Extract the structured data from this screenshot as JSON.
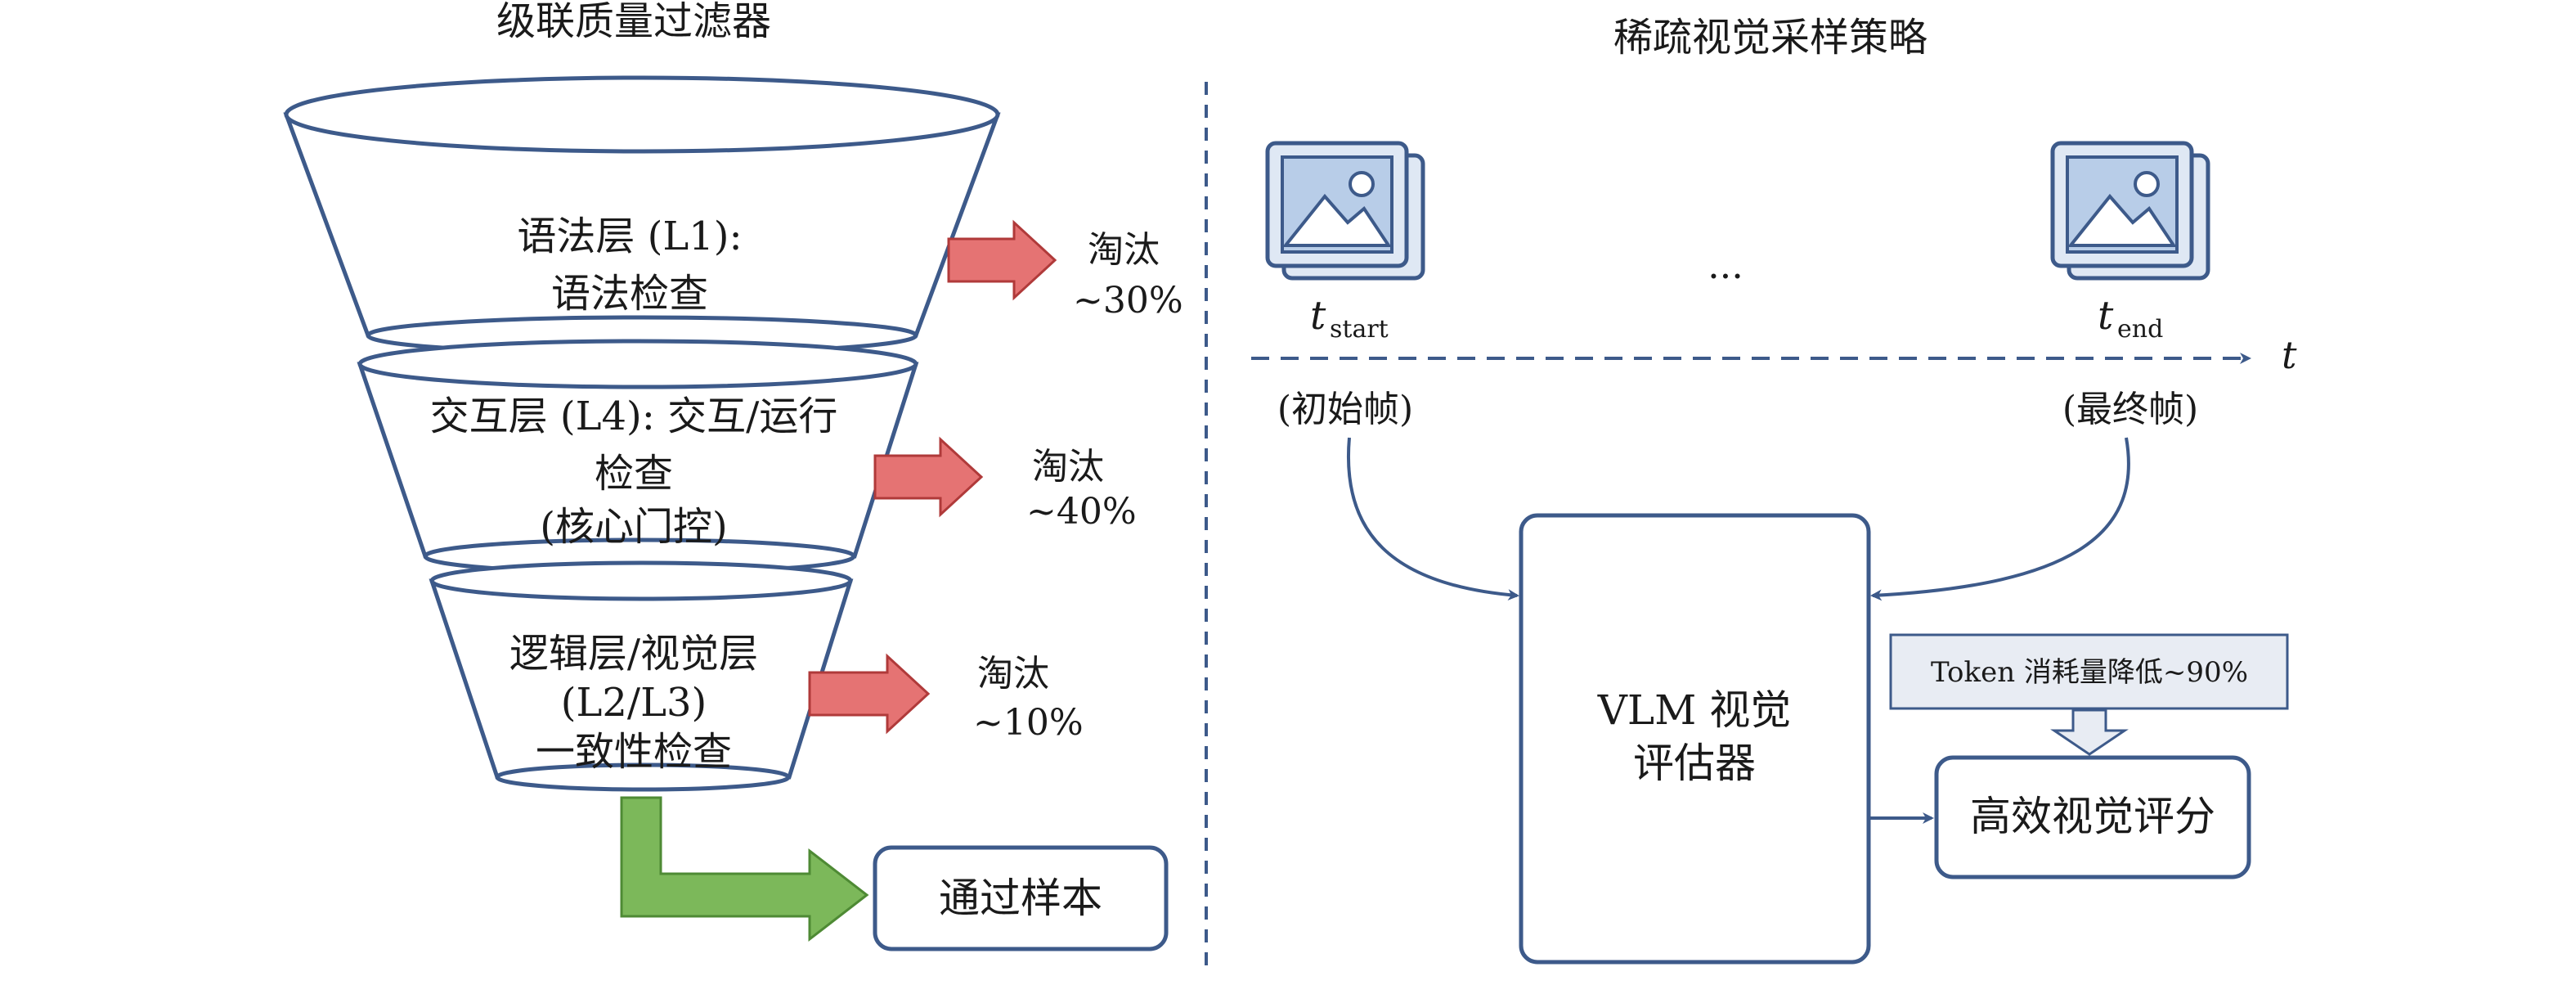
{
  "left_title": "级联质量过滤器",
  "right_title": "稀疏视觉采样策略",
  "layers": [
    {
      "line1": "语法层 (L1):",
      "line2": "语法检查",
      "line3": "",
      "drop_label": "淘汰",
      "drop_value": "~30%"
    },
    {
      "line1": "交互层 (L4): 交互/运行",
      "line2": "检查",
      "line3": "(核心门控)",
      "drop_label": "淘汰",
      "drop_value": "~40%"
    },
    {
      "line1": "逻辑层/视觉层",
      "line2": "(L2/L3)",
      "line3": "一致性检查",
      "drop_label": "淘汰",
      "drop_value": "~10%"
    }
  ],
  "pass_box": "通过样本",
  "frames": {
    "start_sub": "start",
    "end_sub": "end",
    "t_symbol": "t",
    "axis_label": "t",
    "ellipsis": "...",
    "start_label": "(初始帧)",
    "end_label": "(最终帧)"
  },
  "vlm_line1": "VLM 视觉",
  "vlm_line2": "评估器",
  "token_note": "Token 消耗量降低~90%",
  "result_box": "高效视觉评分",
  "colors": {
    "funnel_stroke": "#3d5a8a",
    "red_arrow": "#e57373",
    "green_arrow": "#7cb85a",
    "box_stroke": "#3d5a8a",
    "image_fill": "#b8cde8"
  }
}
